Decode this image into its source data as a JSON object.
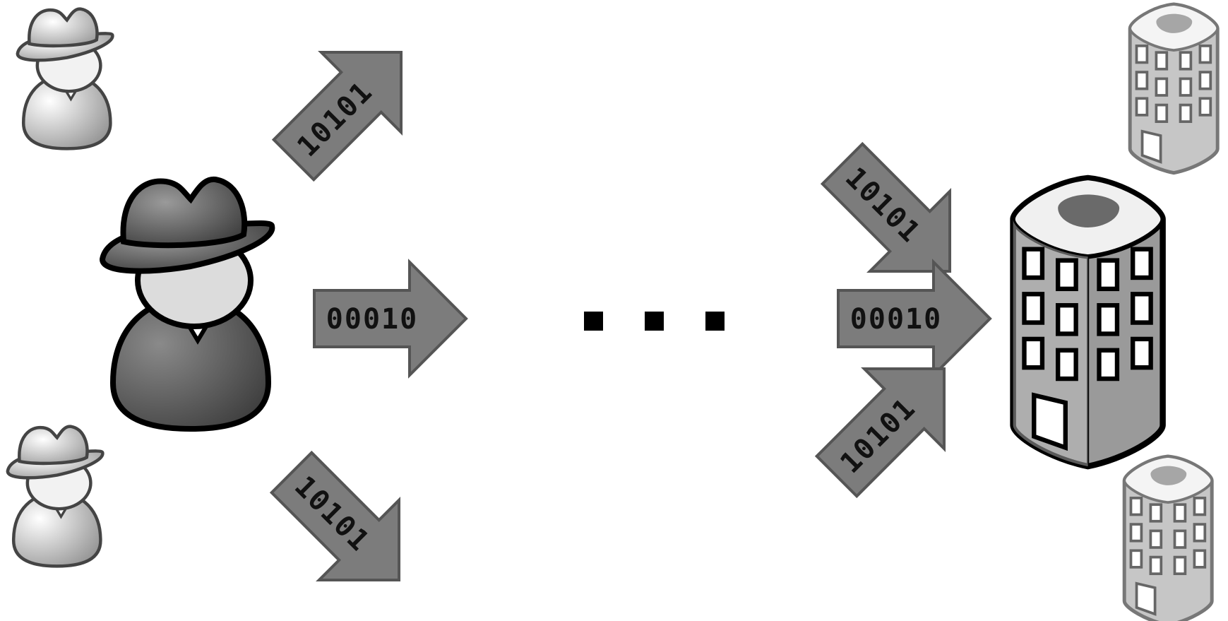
{
  "colors": {
    "background": "#ffffff",
    "arrow_fill": "#7c7c7c",
    "arrow_stroke": "#555555",
    "outline": "#000000",
    "dot": "#000000"
  },
  "icons": {
    "large_person": "person-with-hat-icon",
    "small_person": "person-with-hat-icon",
    "large_building": "office-building-icon",
    "small_building": "office-building-icon"
  },
  "arrows": {
    "left_top": "10101",
    "left_middle": "00010",
    "left_bottom": "10101",
    "right_top": "10101",
    "right_middle": "00010",
    "right_bottom": "10101"
  }
}
